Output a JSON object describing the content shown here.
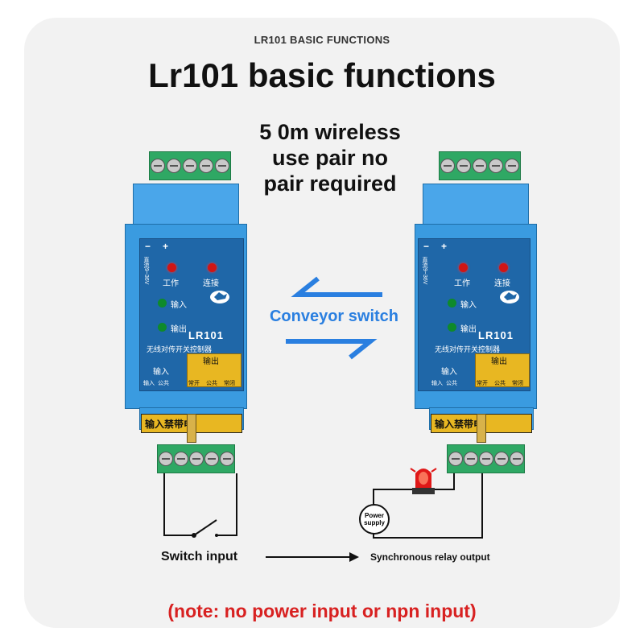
{
  "header": {
    "small_title": "LR101 BASIC FUNCTIONS",
    "title": "Lr101 basic functions"
  },
  "subtitle_lines": [
    "5 0m wireless",
    "use pair no",
    "pair required"
  ],
  "center_label": "Conveyor switch",
  "device": {
    "polarity_minus": "−",
    "polarity_plus": "+",
    "voltage_label": "直流9~36V",
    "led_work": "工作",
    "led_link": "连接",
    "led_input": "输入",
    "led_output": "输出",
    "model": "LR101",
    "description": "无线对传开关控制器",
    "terminal_input": "输入",
    "terminal_output": "输出",
    "terminal_input_sub": "输入",
    "terminal_common": "公共",
    "terminal_nc": "常开",
    "terminal_common2": "公共",
    "terminal_no": "常闭",
    "warning": "输入禁带电"
  },
  "labels": {
    "switch_input": "Switch input",
    "relay_output": "Synchronous relay output",
    "power_supply": "Power supply"
  },
  "note": "(note: no power input or npn input)",
  "colors": {
    "device_body": "#3a9be0",
    "terminal_green": "#2fa864",
    "arrow_blue": "#2a7fe0",
    "note_red": "#d82121"
  }
}
